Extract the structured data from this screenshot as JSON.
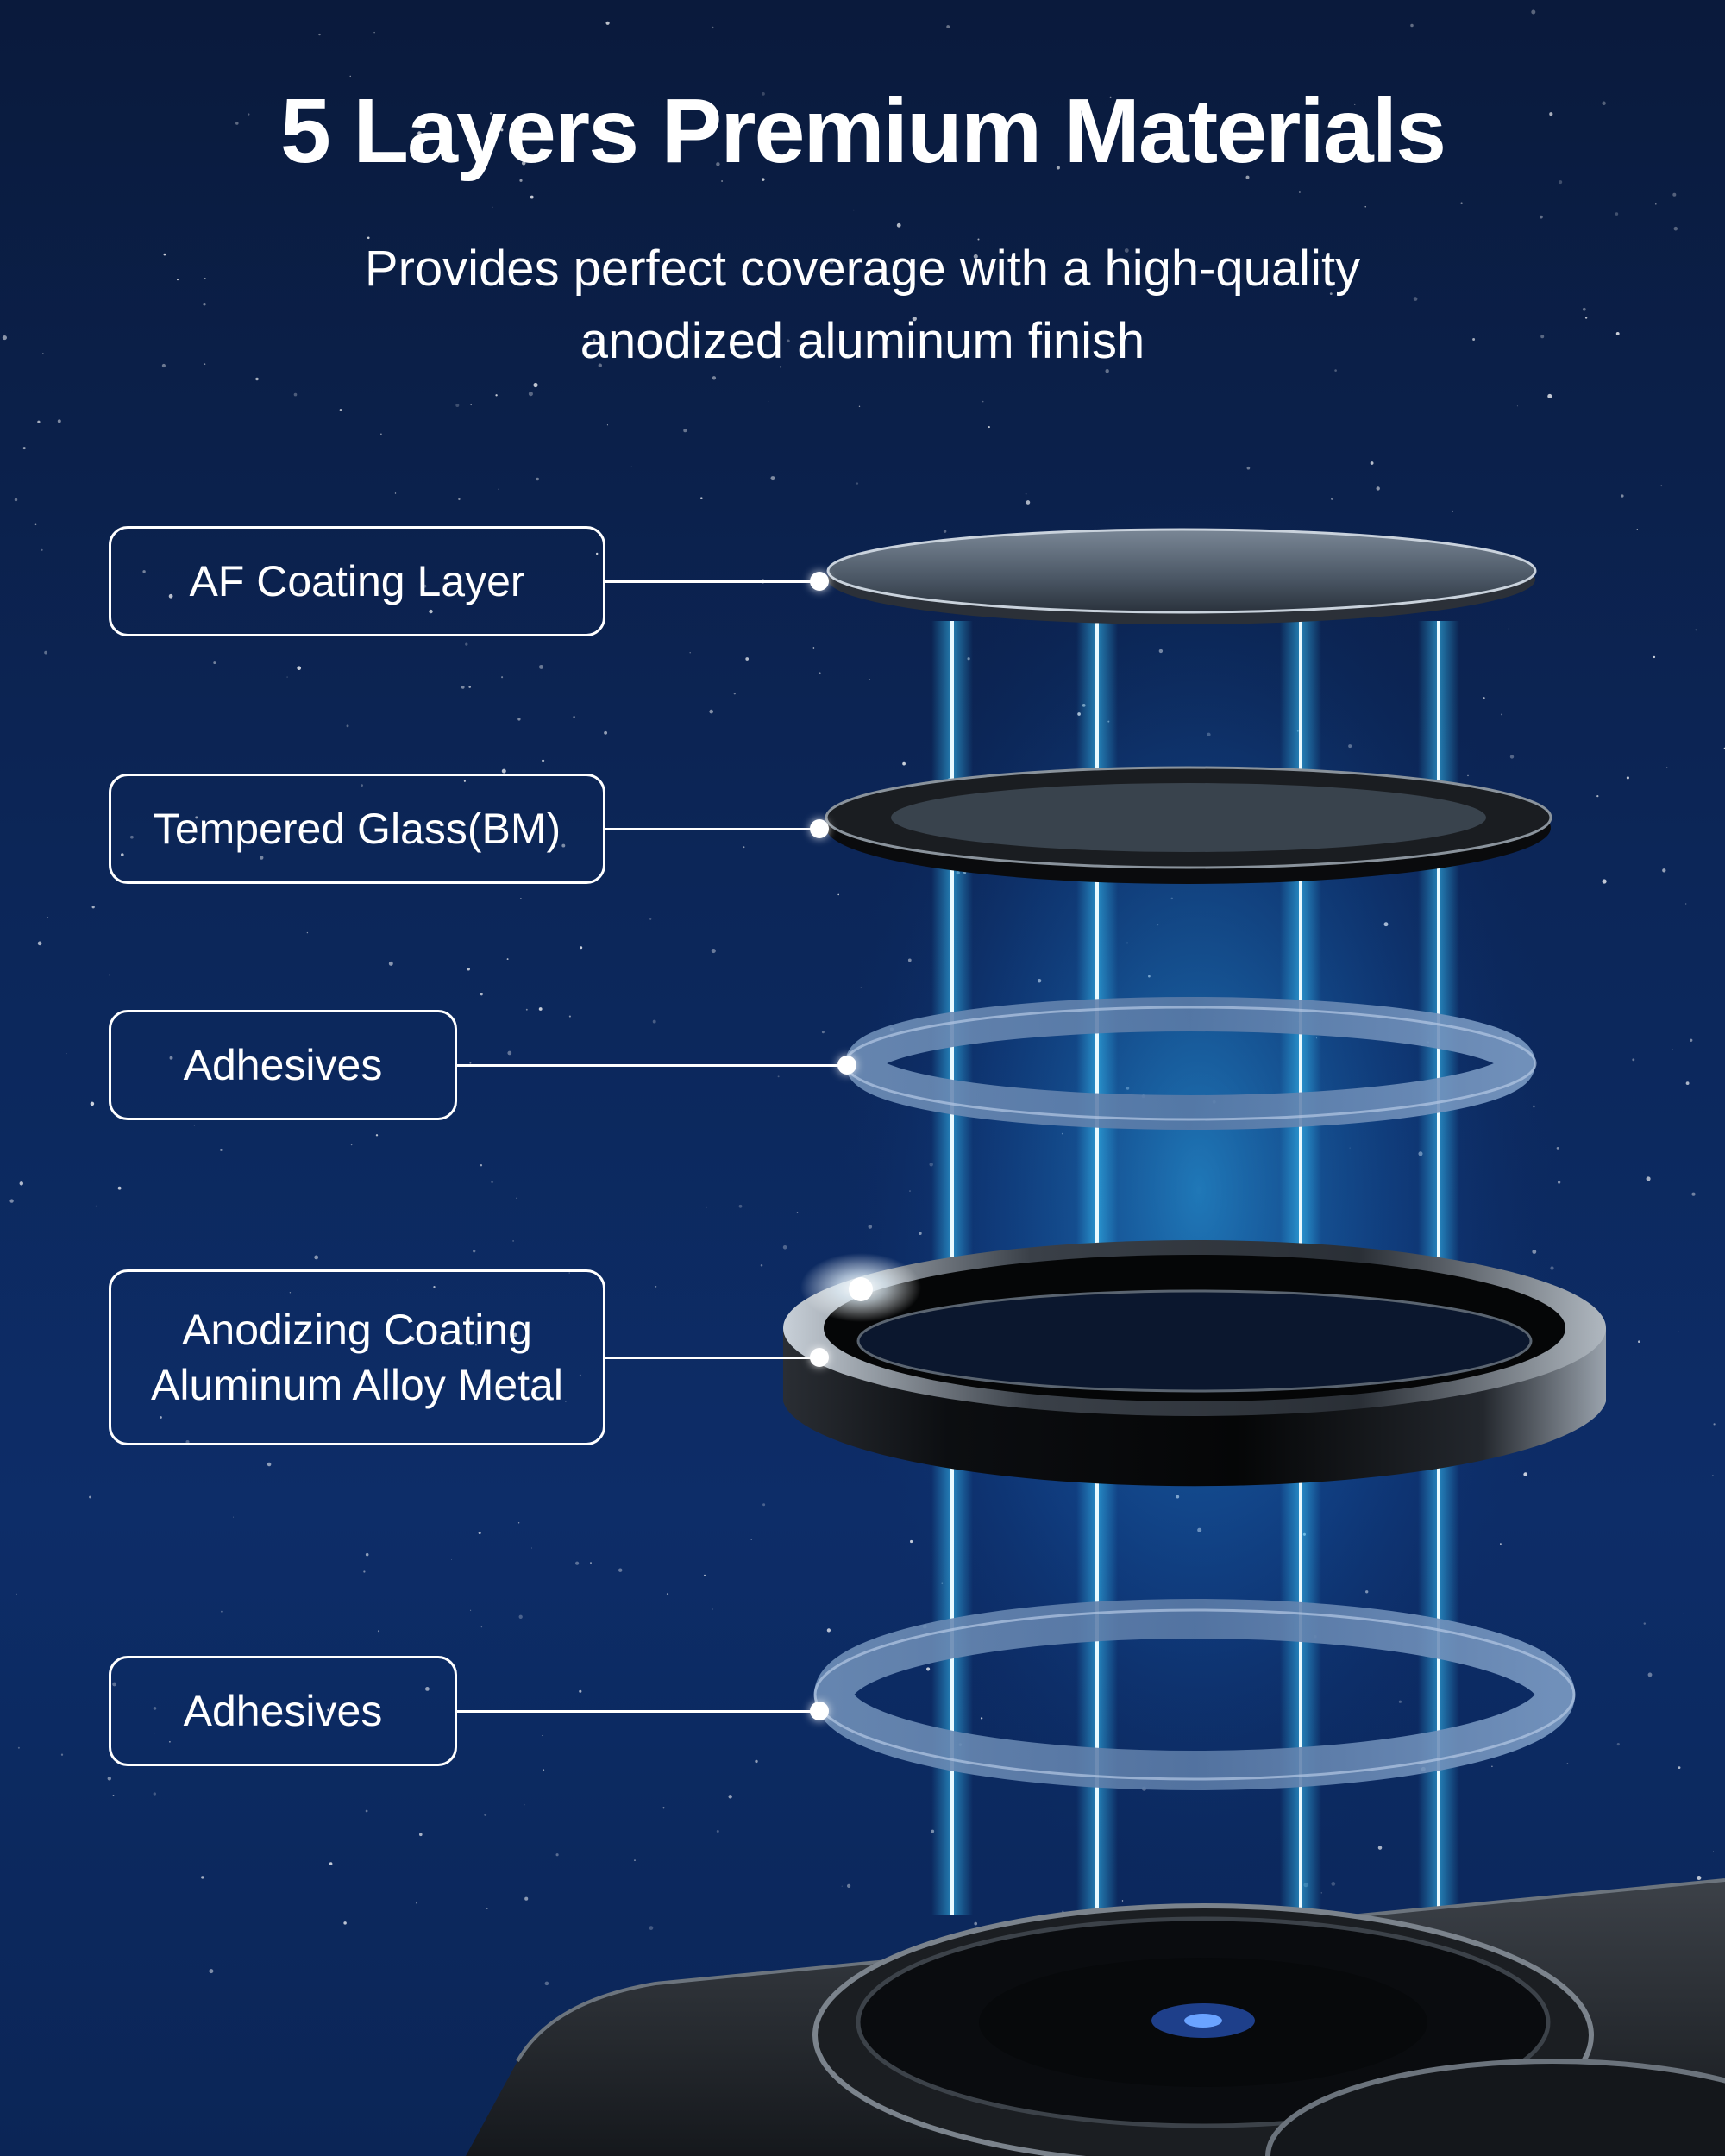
{
  "header": {
    "title": "5 Layers Premium Materials",
    "subtitle_line1": "Provides perfect coverage with a high-quality",
    "subtitle_line2": "anodized aluminum finish"
  },
  "layers": [
    {
      "line1": "AF Coating Layer"
    },
    {
      "line1": "Tempered Glass(BM)"
    },
    {
      "line1": "Adhesives"
    },
    {
      "line1": "Anodizing Coating",
      "line2": "Aluminum Alloy Metal"
    },
    {
      "line1": "Adhesives"
    }
  ],
  "colors": {
    "background_top": "#0a1a3c",
    "background_bottom": "#0d2d68",
    "beam": "#39c9ff",
    "label_border": "#ffffff"
  }
}
